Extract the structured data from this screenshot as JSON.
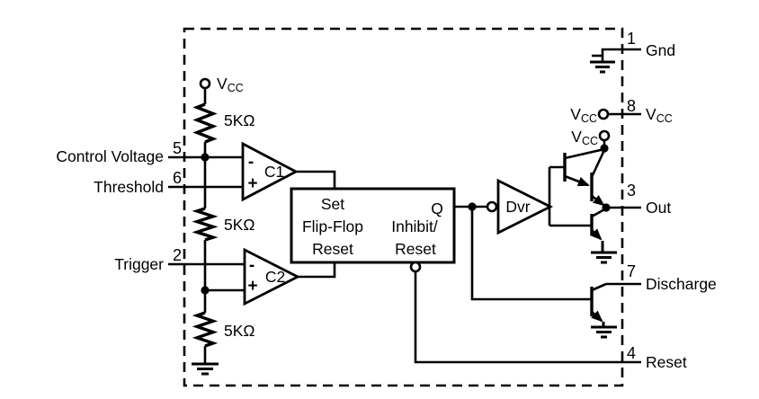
{
  "labels": {
    "v": "V",
    "cc": "CC",
    "minus": "-",
    "plus": "+",
    "c1": "C1",
    "c2": "C2",
    "dvr": "Dvr",
    "r1": "5KΩ",
    "r2": "5KΩ",
    "r3": "5KΩ",
    "ff_set": "Set",
    "ff_flipflop": "Flip-Flop",
    "ff_reset": "Reset",
    "ff_q": "Q",
    "ff_inhibit_line1": "Inhibit/",
    "ff_inhibit_line2": "Reset"
  },
  "pins": {
    "left": [
      {
        "number": "5",
        "label": "Control Voltage"
      },
      {
        "number": "6",
        "label": "Threshold"
      },
      {
        "number": "2",
        "label": "Trigger"
      }
    ],
    "right": [
      {
        "number": "1",
        "label": "Gnd"
      },
      {
        "number": "8",
        "label": "VCC"
      },
      {
        "number": "3",
        "label": "Out"
      },
      {
        "number": "7",
        "label": "Discharge"
      },
      {
        "number": "4",
        "label": "Reset"
      }
    ]
  }
}
